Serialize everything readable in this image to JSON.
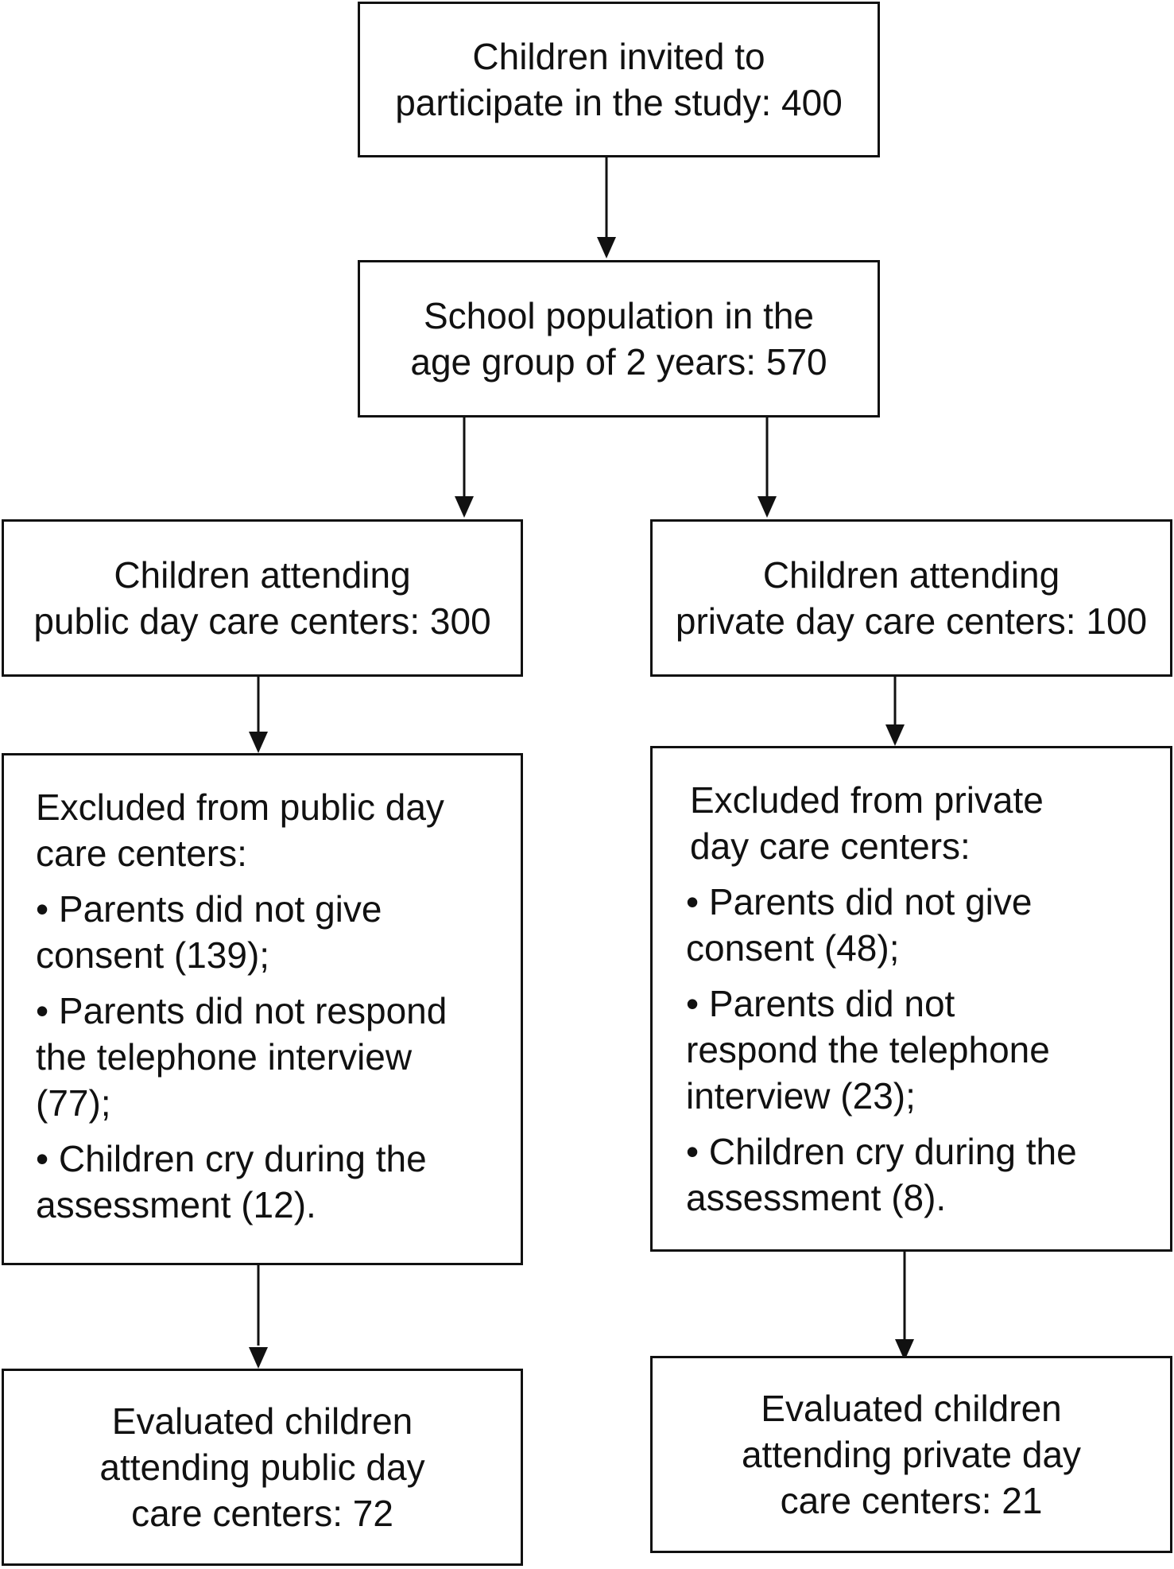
{
  "boxes": {
    "invited": {
      "lines": [
        "Children invited to",
        "participate in the study: 400"
      ]
    },
    "population": {
      "lines": [
        "School population in the",
        "age group of 2 years: 570"
      ]
    },
    "public_attending": {
      "lines": [
        "Children attending",
        "public day care centers: 300"
      ]
    },
    "private_attending": {
      "lines": [
        "Children attending",
        "private day care centers: 100"
      ]
    },
    "public_excluded": {
      "heading": [
        "Excluded from public day",
        "care centers:"
      ],
      "items": [
        [
          "• Parents did not give",
          "consent (139);"
        ],
        [
          "• Parents did not respond",
          "the telephone interview",
          "(77);"
        ],
        [
          "• Children cry during the",
          "assessment (12)."
        ]
      ]
    },
    "private_excluded": {
      "heading": [
        "Excluded from private",
        "day care centers:"
      ],
      "items": [
        [
          "• Parents did not give",
          "consent (48);"
        ],
        [
          "• Parents did not",
          "respond the telephone",
          "interview (23);"
        ],
        [
          "• Children cry during the",
          "assessment (8)."
        ]
      ]
    },
    "public_evaluated": {
      "lines": [
        "Evaluated children",
        "attending public day",
        "care centers: 72"
      ]
    },
    "private_evaluated": {
      "lines": [
        "Evaluated children",
        "attending private day",
        "care centers: 21"
      ]
    }
  }
}
